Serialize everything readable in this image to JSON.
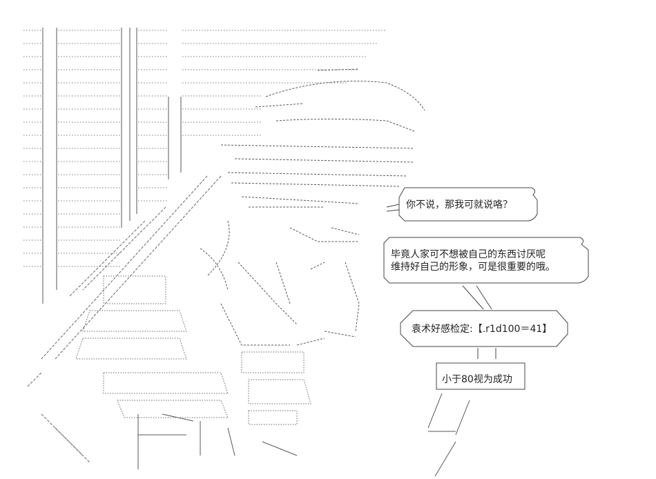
{
  "dialogue": {
    "line_1": "你不说，那我可就说咯？",
    "line_2": "毕竟人家可不想被自己的东西讨厌呢",
    "line_3": "维持好自己的形象，可是很重要的哦。",
    "check": "袁术好感检定:【.r1d100＝41】",
    "result": "小于80视为成功"
  },
  "colors": {
    "ink": "#222222",
    "art": "#555555",
    "background": "#ffffff"
  }
}
